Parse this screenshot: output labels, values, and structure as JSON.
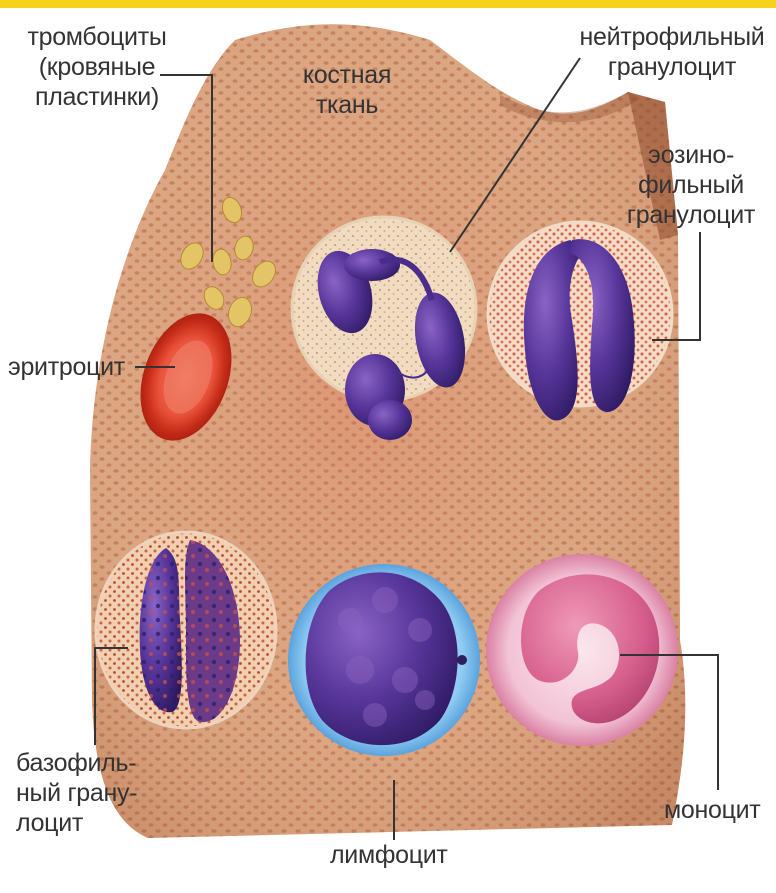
{
  "labels": {
    "platelets": [
      "тромбоциты",
      "(кровяные",
      "пластинки)"
    ],
    "bone_tissue": [
      "костная",
      "ткань"
    ],
    "neutrophil": [
      "нейтрофильный",
      "гранулоцит"
    ],
    "eosinophil": [
      "эозино-",
      "фильный",
      "гранулоцит"
    ],
    "erythrocyte": [
      "эритроцит"
    ],
    "basophil": [
      "базофиль-",
      "ный грану-",
      "лоцит"
    ],
    "lymphocyte": [
      "лимфоцит"
    ],
    "monocyte": [
      "моноцит"
    ]
  },
  "colors": {
    "top_bar": "#f6d21b",
    "bone": "#d9a17c",
    "bone_dark": "#b56e49",
    "nucleus": "#4a2d8a",
    "erythrocyte": "#d3341c",
    "platelet": "#e0c363",
    "lymph_halo": "#5aa8e0",
    "monocyte": "#d2608e"
  }
}
